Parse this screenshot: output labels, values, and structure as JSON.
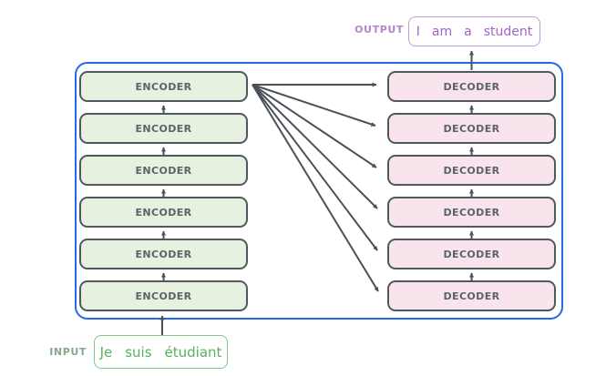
{
  "diagram": {
    "title_semantic": "transformer-encoder-decoder-stack",
    "output": {
      "label": "OUTPUT",
      "words": [
        "I",
        "am",
        "a",
        "student"
      ]
    },
    "input": {
      "label": "INPUT",
      "words": [
        "Je",
        "suis",
        "étudiant"
      ]
    },
    "encoders": [
      "ENCODER",
      "ENCODER",
      "ENCODER",
      "ENCODER",
      "ENCODER",
      "ENCODER"
    ],
    "decoders": [
      "DECODER",
      "DECODER",
      "DECODER",
      "DECODER",
      "DECODER",
      "DECODER"
    ],
    "colors": {
      "container_border": "#2569e8",
      "encoder_fill": "#e7f1df",
      "decoder_fill": "#f9e4ed",
      "block_border": "#50575f",
      "block_text": "#5b626b",
      "arrow": "#4b5158",
      "input_border": "#7cc885",
      "input_text": "#53b25e",
      "input_label": "#87a58c",
      "output_border": "#c39ad8",
      "output_text": "#a263ce",
      "output_label": "#b286cb",
      "background": "#ffffff"
    }
  }
}
